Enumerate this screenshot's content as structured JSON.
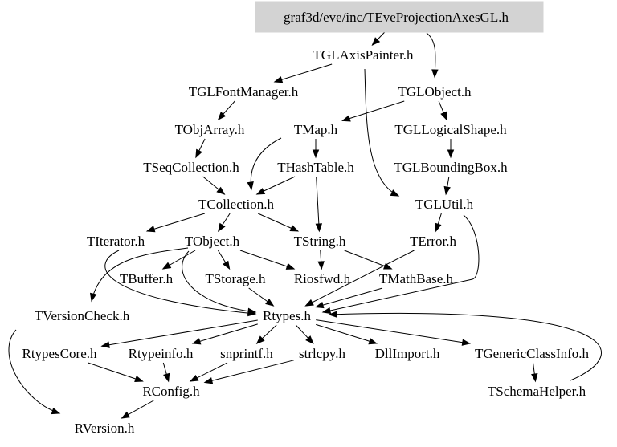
{
  "root": "graf3d/eve/inc/TEveProjectionAxesGL.h",
  "colors": {
    "root_fill": "#d3d3d3",
    "text": "#000000",
    "edge": "#000000",
    "background": "#ffffff"
  },
  "nodes": {
    "root": "graf3d/eve/inc/TEveProjectionAxesGL.h",
    "TGLAxisPainter": "TGLAxisPainter.h",
    "TGLFontManager": "TGLFontManager.h",
    "TGLObject": "TGLObject.h",
    "TObjArray": "TObjArray.h",
    "TMap": "TMap.h",
    "TGLLogicalShape": "TGLLogicalShape.h",
    "TSeqCollection": "TSeqCollection.h",
    "THashTable": "THashTable.h",
    "TGLBoundingBox": "TGLBoundingBox.h",
    "TCollection": "TCollection.h",
    "TGLUtil": "TGLUtil.h",
    "TIterator": "TIterator.h",
    "TObject": "TObject.h",
    "TString": "TString.h",
    "TError": "TError.h",
    "TBuffer": "TBuffer.h",
    "TStorage": "TStorage.h",
    "Riosfwd": "Riosfwd.h",
    "TMathBase": "TMathBase.h",
    "TVersionCheck": "TVersionCheck.h",
    "Rtypes": "Rtypes.h",
    "RtypesCore": "RtypesCore.h",
    "Rtypeinfo": "Rtypeinfo.h",
    "snprintf": "snprintf.h",
    "strlcpy": "strlcpy.h",
    "DllImport": "DllImport.h",
    "TGenericClassInfo": "TGenericClassInfo.h",
    "RConfig": "RConfig.h",
    "TSchemaHelper": "TSchemaHelper.h",
    "RVersion": "RVersion.h"
  },
  "edges": [
    [
      "root",
      "TGLAxisPainter"
    ],
    [
      "root",
      "TGLObject"
    ],
    [
      "TGLAxisPainter",
      "TGLFontManager"
    ],
    [
      "TGLAxisPainter",
      "TGLUtil"
    ],
    [
      "TGLFontManager",
      "TObjArray"
    ],
    [
      "TGLObject",
      "TMap"
    ],
    [
      "TGLObject",
      "TGLLogicalShape"
    ],
    [
      "TObjArray",
      "TSeqCollection"
    ],
    [
      "TMap",
      "TCollection"
    ],
    [
      "TMap",
      "THashTable"
    ],
    [
      "TGLLogicalShape",
      "TGLBoundingBox"
    ],
    [
      "TSeqCollection",
      "TCollection"
    ],
    [
      "THashTable",
      "TCollection"
    ],
    [
      "THashTable",
      "TString"
    ],
    [
      "TGLBoundingBox",
      "TGLUtil"
    ],
    [
      "TCollection",
      "TIterator"
    ],
    [
      "TCollection",
      "TObject"
    ],
    [
      "TCollection",
      "TString"
    ],
    [
      "TGLUtil",
      "TError"
    ],
    [
      "TGLUtil",
      "Rtypes"
    ],
    [
      "TIterator",
      "Rtypes"
    ],
    [
      "TObject",
      "TBuffer"
    ],
    [
      "TObject",
      "TStorage"
    ],
    [
      "TObject",
      "Riosfwd"
    ],
    [
      "TObject",
      "TVersionCheck"
    ],
    [
      "TObject",
      "Rtypes"
    ],
    [
      "TString",
      "Riosfwd"
    ],
    [
      "TString",
      "TMathBase"
    ],
    [
      "TError",
      "Rtypes"
    ],
    [
      "TStorage",
      "Rtypes"
    ],
    [
      "TMathBase",
      "Rtypes"
    ],
    [
      "TVersionCheck",
      "RVersion"
    ],
    [
      "Rtypes",
      "RtypesCore"
    ],
    [
      "Rtypes",
      "Rtypeinfo"
    ],
    [
      "Rtypes",
      "snprintf"
    ],
    [
      "Rtypes",
      "strlcpy"
    ],
    [
      "Rtypes",
      "DllImport"
    ],
    [
      "Rtypes",
      "TGenericClassInfo"
    ],
    [
      "RtypesCore",
      "RConfig"
    ],
    [
      "Rtypeinfo",
      "RConfig"
    ],
    [
      "snprintf",
      "RConfig"
    ],
    [
      "strlcpy",
      "RConfig"
    ],
    [
      "TGenericClassInfo",
      "TSchemaHelper"
    ],
    [
      "TSchemaHelper",
      "Rtypes"
    ],
    [
      "RConfig",
      "RVersion"
    ]
  ]
}
